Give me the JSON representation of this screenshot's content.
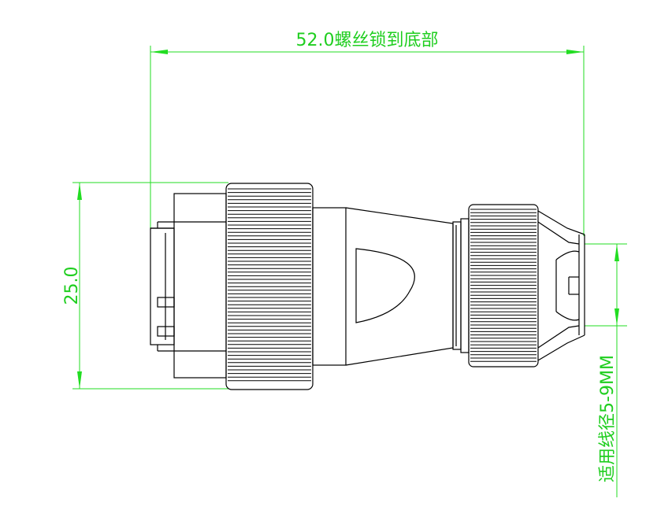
{
  "dimensions": {
    "length_label": "52.0螺丝锁到底部",
    "diameter_label": "25.0",
    "cable_label": "适用线径5-9MM"
  },
  "colors": {
    "dimension": "#22dd22",
    "outline": "#000000",
    "background": "#ffffff"
  }
}
